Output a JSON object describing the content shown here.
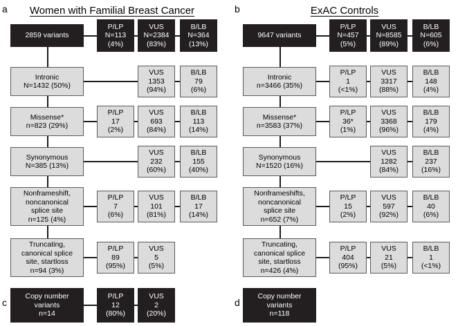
{
  "figure": {
    "caption_panels": [
      "a",
      "b",
      "c",
      "d"
    ]
  },
  "colors": {
    "dark_box_fill": "#231f20",
    "dark_box_text": "#ffffff",
    "light_box_fill": "#dcdcdc",
    "light_box_text": "#000000",
    "light_box_border": "#58585a",
    "connector": "#1a1a1a",
    "background": "#ffffff"
  },
  "panels": {
    "a": {
      "letter": "a",
      "title": "Women with Familial Breast Cancer",
      "total": {
        "lines": [
          "2859 variants"
        ]
      },
      "total_classification": [
        {
          "name": "P/LP",
          "lines": [
            "P/LP",
            "N=113",
            "(4%)"
          ]
        },
        {
          "name": "VUS",
          "lines": [
            "VUS",
            "N=2384",
            "(83%)"
          ]
        },
        {
          "name": "B/LB",
          "lines": [
            "B/LB",
            "N=364",
            "(13%)"
          ]
        }
      ],
      "rows": [
        {
          "category": {
            "lines": [
              "Intronic",
              "N=1432 (50%)"
            ]
          },
          "outcomes": [
            {
              "col": 2,
              "name": "VUS",
              "lines": [
                "VUS",
                "1353",
                "(94%)"
              ]
            },
            {
              "col": 3,
              "name": "B/LB",
              "lines": [
                "B/LB",
                "79",
                "(6%)"
              ]
            }
          ]
        },
        {
          "category": {
            "lines": [
              "Missense*",
              "n=823 (29%)"
            ]
          },
          "outcomes": [
            {
              "col": 1,
              "name": "P/LP",
              "lines": [
                "P/LP",
                "17",
                "(2%)"
              ]
            },
            {
              "col": 2,
              "name": "VUS",
              "lines": [
                "VUS",
                "693",
                "(84%)"
              ]
            },
            {
              "col": 3,
              "name": "B/LB",
              "lines": [
                "B/LB",
                "113",
                "(14%)"
              ]
            }
          ]
        },
        {
          "category": {
            "lines": [
              "Synonymous",
              "N=385 (13%)"
            ]
          },
          "outcomes": [
            {
              "col": 2,
              "name": "VUS",
              "lines": [
                "VUS",
                "232",
                "(60%)"
              ]
            },
            {
              "col": 3,
              "name": "B/LB",
              "lines": [
                "B/LB",
                "155",
                "(40%)"
              ]
            }
          ]
        },
        {
          "category": {
            "lines": [
              "Nonframeshift,",
              "noncanonical",
              "splice site",
              "n=125 (4%)"
            ]
          },
          "outcomes": [
            {
              "col": 1,
              "name": "P/LP",
              "lines": [
                "P/LP",
                "7",
                "(6%)"
              ]
            },
            {
              "col": 2,
              "name": "VUS",
              "lines": [
                "VUS",
                "101",
                "(81%)"
              ]
            },
            {
              "col": 3,
              "name": "B/LB",
              "lines": [
                "B/LB",
                "17",
                "(14%)"
              ]
            }
          ]
        },
        {
          "category": {
            "lines": [
              "Truncating,",
              "canonical splice",
              "site, startloss",
              "n=94 (3%)"
            ]
          },
          "outcomes": [
            {
              "col": 1,
              "name": "P/LP",
              "lines": [
                "P/LP",
                "89",
                "(95%)"
              ]
            },
            {
              "col": 2,
              "name": "VUS",
              "lines": [
                "VUS",
                "5",
                "(5%)"
              ]
            }
          ]
        }
      ]
    },
    "b": {
      "letter": "b",
      "title": "ExAC Controls",
      "total": {
        "lines": [
          "9647 variants"
        ]
      },
      "total_classification": [
        {
          "name": "P/LP",
          "lines": [
            "P/LP",
            "N=457",
            "(5%)"
          ]
        },
        {
          "name": "VUS",
          "lines": [
            "VUS",
            "N=8585",
            "(89%)"
          ]
        },
        {
          "name": "B/LB",
          "lines": [
            "B/LB",
            "N=605",
            "(6%)"
          ]
        }
      ],
      "rows": [
        {
          "category": {
            "lines": [
              "Intronic",
              "n=3466 (35%)"
            ]
          },
          "outcomes": [
            {
              "col": 1,
              "name": "P/LP",
              "lines": [
                "P/LP",
                "1",
                "(<1%)"
              ]
            },
            {
              "col": 2,
              "name": "VUS",
              "lines": [
                "VUS",
                "3317",
                "(88%)"
              ]
            },
            {
              "col": 3,
              "name": "B/LB",
              "lines": [
                "B/LB",
                "148",
                "(4%)"
              ]
            }
          ]
        },
        {
          "category": {
            "lines": [
              "Missense*",
              "n=3583 (37%)"
            ]
          },
          "outcomes": [
            {
              "col": 1,
              "name": "P/LP",
              "lines": [
                "P/LP",
                "36*",
                "(1%)"
              ]
            },
            {
              "col": 2,
              "name": "VUS",
              "lines": [
                "VUS",
                "3368",
                "(96%)"
              ]
            },
            {
              "col": 3,
              "name": "B/LB",
              "lines": [
                "B/LB",
                "179",
                "(4%)"
              ]
            }
          ]
        },
        {
          "category": {
            "lines": [
              "Synonymous",
              "N=1520 (16%)"
            ]
          },
          "outcomes": [
            {
              "col": 2,
              "name": "VUS",
              "lines": [
                "VUS",
                "1282",
                "(84%)"
              ]
            },
            {
              "col": 3,
              "name": "B/LB",
              "lines": [
                "B/LB",
                "237",
                "(16%)"
              ]
            }
          ]
        },
        {
          "category": {
            "lines": [
              "Nonframeshifts,",
              "noncanonical",
              "splice site",
              "n=652 (7%)"
            ]
          },
          "outcomes": [
            {
              "col": 1,
              "name": "P/LP",
              "lines": [
                "P/LP",
                "15",
                "(2%)"
              ]
            },
            {
              "col": 2,
              "name": "VUS",
              "lines": [
                "VUS",
                "597",
                "(92%)"
              ]
            },
            {
              "col": 3,
              "name": "B/LB",
              "lines": [
                "B/LB",
                "40",
                "(6%)"
              ]
            }
          ]
        },
        {
          "category": {
            "lines": [
              "Truncating,",
              "canonical splice",
              "site, startloss",
              "n=426 (4%)"
            ]
          },
          "outcomes": [
            {
              "col": 1,
              "name": "P/LP",
              "lines": [
                "P/LP",
                "404",
                "(95%)"
              ]
            },
            {
              "col": 2,
              "name": "VUS",
              "lines": [
                "VUS",
                "21",
                "(5%)"
              ]
            },
            {
              "col": 3,
              "name": "B/LB",
              "lines": [
                "B/LB",
                "1",
                "(<1%)"
              ]
            }
          ]
        }
      ]
    },
    "c": {
      "letter": "c",
      "total": {
        "lines": [
          "Copy number",
          "variants",
          "n=14"
        ]
      },
      "outcomes": [
        {
          "col": 1,
          "name": "P/LP",
          "lines": [
            "P/LP",
            "12",
            "(80%)"
          ]
        },
        {
          "col": 2,
          "name": "VUS",
          "lines": [
            "VUS",
            "2",
            "(20%)"
          ]
        }
      ]
    },
    "d": {
      "letter": "d",
      "total": {
        "lines": [
          "Copy number",
          "variants",
          "n=118"
        ]
      },
      "outcomes": []
    }
  }
}
